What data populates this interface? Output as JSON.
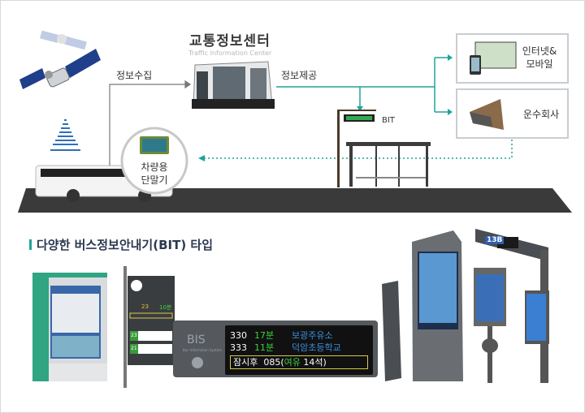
{
  "top": {
    "center_title": "교통정보센터",
    "center_subtitle": "Traffic Information Center",
    "collect_label": "정보수집",
    "provide_label": "정보제공",
    "bit_label": "BIT",
    "terminal_label_1": "차량용",
    "terminal_label_2": "단말기",
    "internet_label_1": "인터넷&",
    "internet_label_2": "모바일",
    "transit_company_label": "운수회사"
  },
  "bottom": {
    "section_title": "다양한 버스정보안내기(BIT) 타입",
    "bis_logo": "BIS",
    "bis_logo_sub": "Bus Information System",
    "bis_rows": [
      {
        "route": "330",
        "eta": "17분",
        "stop": "보광주유소"
      },
      {
        "route": "333",
        "eta": "11분",
        "stop": "덕암초등학교"
      }
    ],
    "bis_notice_prefix": "잠시후  085(",
    "bis_notice_seats": "여유",
    "bis_notice_suffix": " 14석)",
    "stop_sign_route_1": "23",
    "stop_sign_route_2": "21",
    "stop_sign_eta": "10분",
    "gantry_route": "13B"
  },
  "colors": {
    "accent": "#1fa39a",
    "road": "#3a3a3a",
    "navy": "#2b3850"
  }
}
